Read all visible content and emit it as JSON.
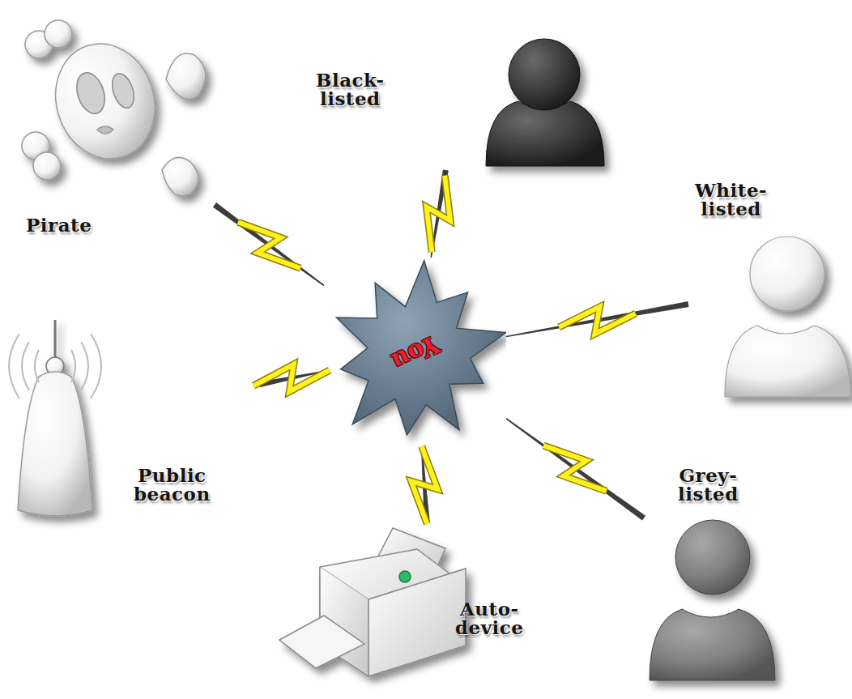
{
  "diagram": {
    "nodes": [
      {
        "text": [
          "Black- listed"
        ]
      },
      {
        "text": [
          "Pirate"
        ]
      },
      {
        "text": [
          "White- listed"
        ]
      },
      {
        "text": [
          "You"
        ]
      },
      {
        "text": [
          "Public beacon"
        ]
      },
      {
        "text": [
          "Grey- listed"
        ]
      },
      {
        "text": [
          "Auto- device"
        ]
      }
    ],
    "edges": [
      {
        "from": 1,
        "to": 3,
        "arrow": "none"
      },
      {
        "from": 0,
        "to": 3,
        "arrow": "none"
      },
      {
        "from": 2,
        "to": 3,
        "arrow": "none"
      },
      {
        "from": 4,
        "to": 3,
        "arrow": "none"
      },
      {
        "from": 5,
        "to": 3,
        "arrow": "none"
      },
      {
        "from": 6,
        "to": 3,
        "arrow": "none"
      }
    ]
  }
}
